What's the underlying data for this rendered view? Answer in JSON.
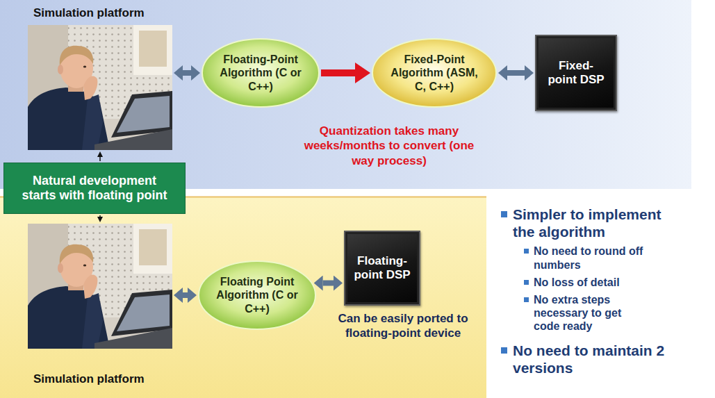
{
  "diagram": {
    "nodes": [
      {
        "text": [
          "Simulation platform"
        ]
      },
      {
        "text": [
          "Floating-Point Algorithm (C or C++)"
        ]
      },
      {
        "text": [
          "Fixed-Point Algorithm (ASM, C, C++)"
        ]
      },
      {
        "text": [
          "Fixed-point DSP"
        ]
      },
      {
        "text": [
          "Natural development starts with floating point"
        ]
      },
      {
        "text": [
          "Simulation platform"
        ]
      },
      {
        "text": [
          "Floating Point Algorithm (C or C++)"
        ]
      },
      {
        "text": [
          "Floating-point DSP"
        ]
      }
    ],
    "edges": [
      {
        "from": 0,
        "to": 1,
        "arrow": "both"
      },
      {
        "from": 1,
        "to": 2,
        "arrow": "to"
      },
      {
        "from": 2,
        "to": 3,
        "arrow": "both"
      },
      {
        "from": 4,
        "to": 0,
        "arrow": "to"
      },
      {
        "from": 4,
        "to": 5,
        "arrow": "to"
      },
      {
        "from": 5,
        "to": 6,
        "arrow": "both"
      },
      {
        "from": 6,
        "to": 7,
        "arrow": "both"
      }
    ],
    "labels": [
      "Quantization takes many weeks/months to convert (one way process)",
      "Can be easily ported to floating-point device",
      "Simpler to implement the algorithm",
      "No need to round off numbers",
      "No loss of detail",
      "No extra steps necessary to get code ready",
      "No need to maintain 2 versions"
    ]
  }
}
